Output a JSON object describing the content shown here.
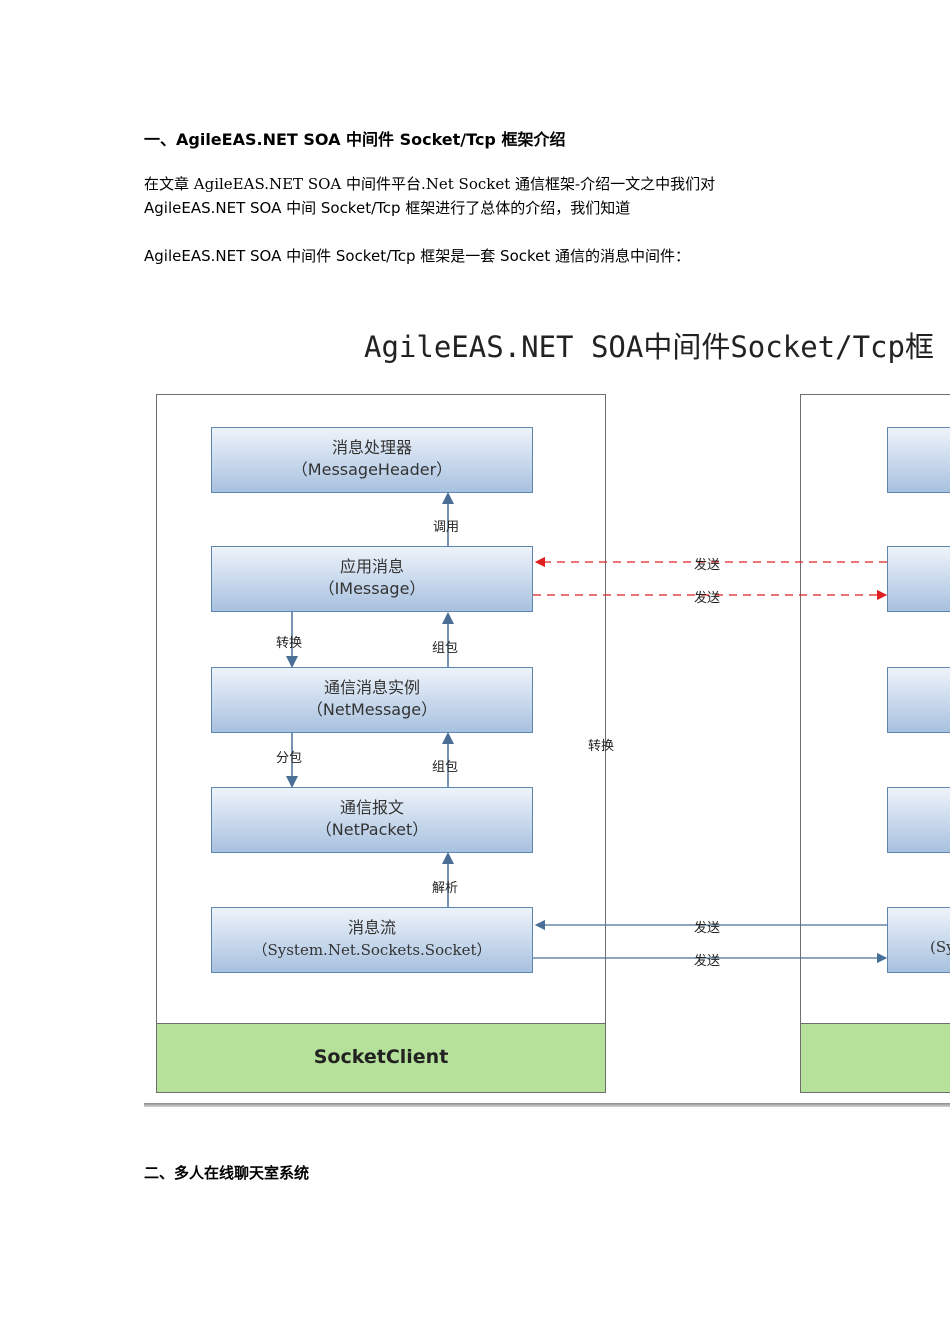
{
  "heading1": "一、AgileEAS.NET SOA 中间件 Socket/Tcp 框架介绍",
  "para1": {
    "line1": "在文章 AgileEAS.NET SOA 中间件平台.Net Socket 通信框架-介绍一文之中我们对",
    "line2": "AgileEAS.NET SOA 中间 Socket/Tcp 框架进行了总体的介绍，我们知道"
  },
  "para2": "AgileEAS.NET SOA 中间件 Socket/Tcp 框架是一套 Socket 通信的消息中间件：",
  "figure": {
    "title": "AgileEAS.NET SOA中间件Socket/Tcp框",
    "left_boxes": [
      {
        "cn": "消息处理器",
        "en": "（MessageHeader）"
      },
      {
        "cn": "应用消息",
        "en": "（IMessage）"
      },
      {
        "cn": "通信消息实例",
        "en": "（NetMessage）"
      },
      {
        "cn": "通信报文",
        "en": "（NetPacket）"
      },
      {
        "cn": "消息流",
        "en": "（System.Net.Sockets.Socket）"
      }
    ],
    "right_box_fragment": "(Sy",
    "labels": {
      "invoke": "调用",
      "convert": "转换",
      "pack": "组包",
      "split": "分包",
      "pack2": "组包",
      "parse": "解析",
      "convert_mid": "转换",
      "send1": "发送",
      "send2": "发送",
      "send3": "发送",
      "send4": "发送"
    },
    "footer_left": "SocketClient"
  },
  "heading2": "二、多人在线聊天室系统"
}
